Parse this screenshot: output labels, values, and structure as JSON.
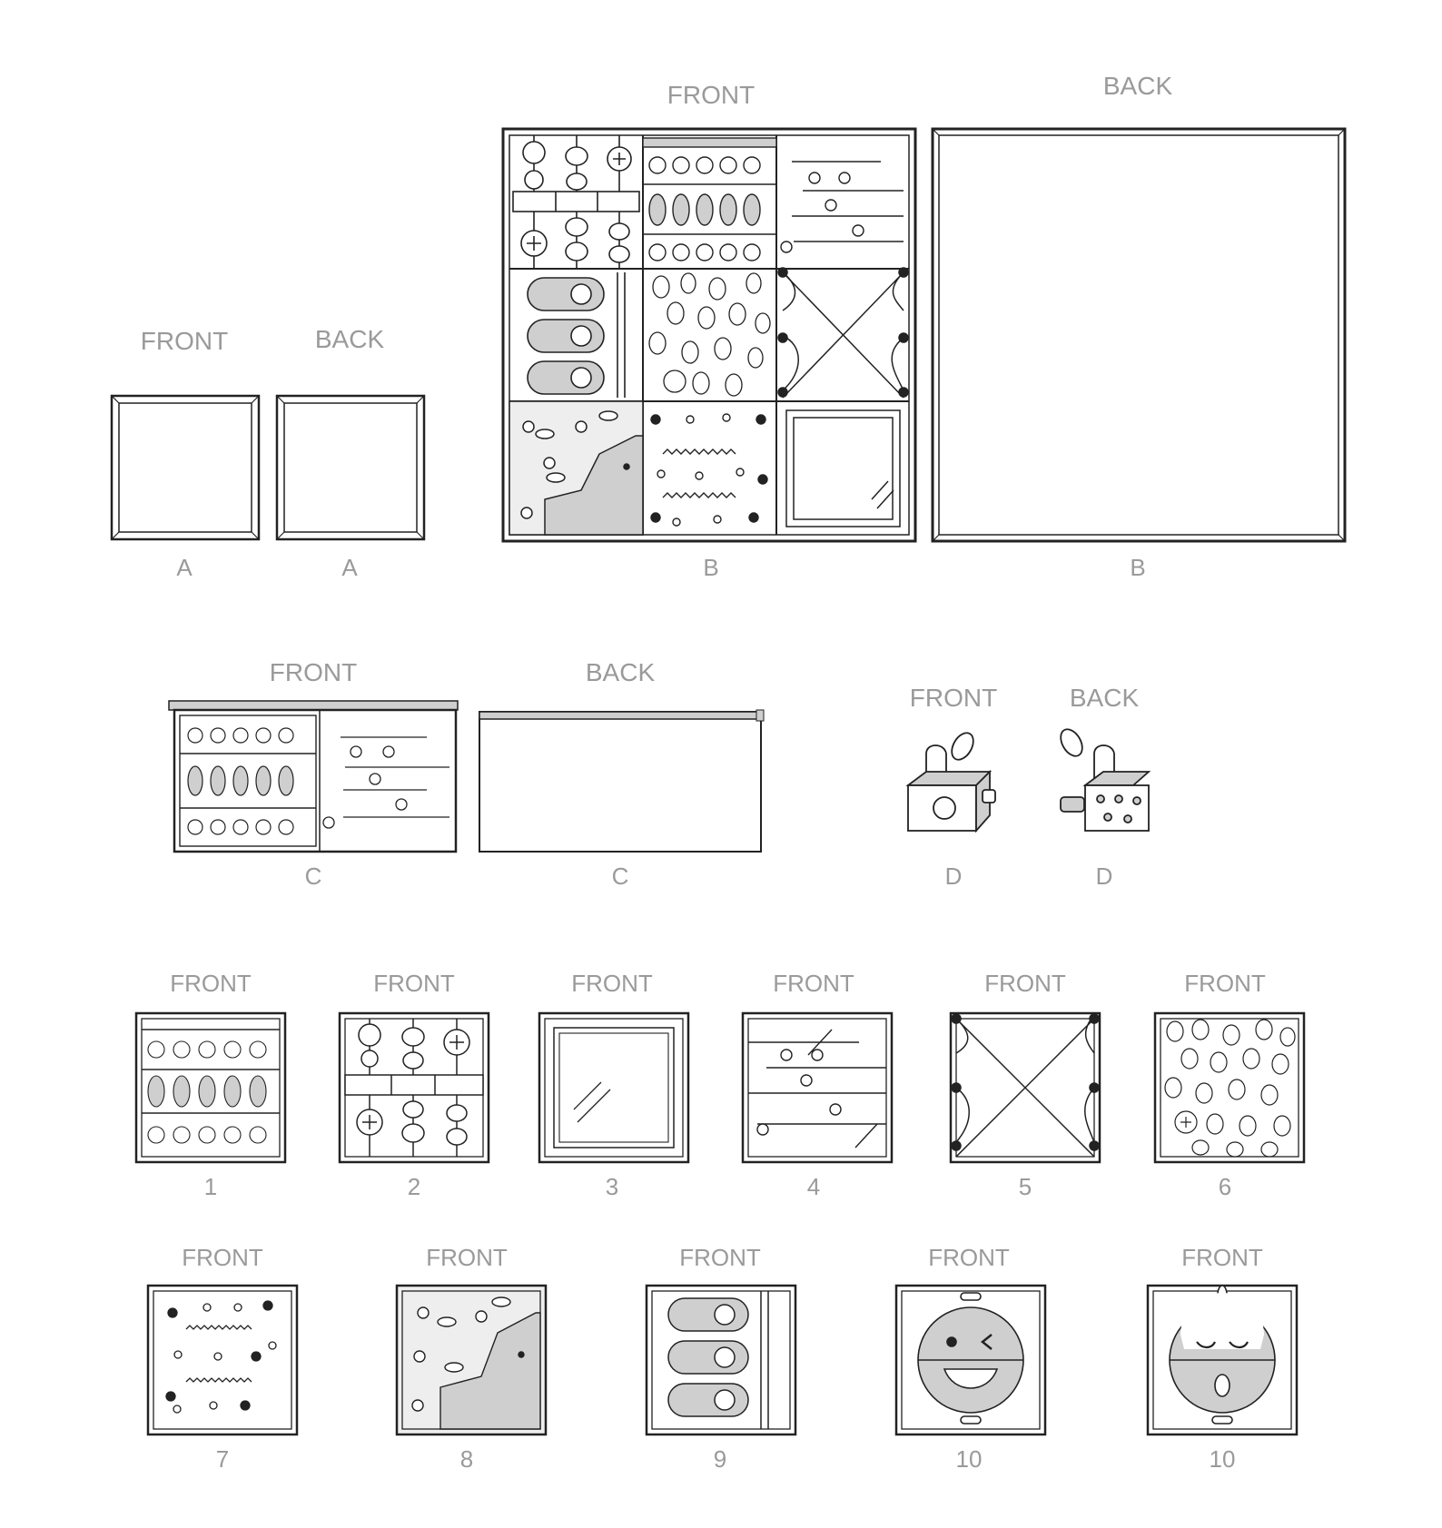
{
  "colors": {
    "ink": "#222222",
    "label": "#9a9a9a",
    "fill": "#cfcfcf",
    "paper": "#ffffff"
  },
  "views": [
    {
      "id": "A-front",
      "caption": "FRONT",
      "letter": "A",
      "art": "plain"
    },
    {
      "id": "A-back",
      "caption": "BACK",
      "letter": "A",
      "art": "plain"
    },
    {
      "id": "B-front",
      "caption": "FRONT",
      "letter": "B",
      "art": "b-front-grid"
    },
    {
      "id": "B-back",
      "caption": "BACK",
      "letter": "B",
      "art": "plain-large"
    },
    {
      "id": "C-front",
      "caption": "FRONT",
      "letter": "C",
      "art": "c-front-pouch"
    },
    {
      "id": "C-back",
      "caption": "BACK",
      "letter": "C",
      "art": "c-back-pouch"
    },
    {
      "id": "D-front",
      "caption": "FRONT",
      "letter": "D",
      "art": "d-cube-flower"
    },
    {
      "id": "D-back",
      "caption": "BACK",
      "letter": "D",
      "art": "d-cube-dots"
    }
  ],
  "blocks": [
    {
      "id": "block-1",
      "caption": "FRONT",
      "number": "1",
      "art": "bands-tassels"
    },
    {
      "id": "block-2",
      "caption": "FRONT",
      "number": "2",
      "art": "abacus-buttons"
    },
    {
      "id": "block-3",
      "caption": "FRONT",
      "number": "3",
      "art": "mirror-window"
    },
    {
      "id": "block-4",
      "caption": "FRONT",
      "number": "4",
      "art": "drawers-snaps"
    },
    {
      "id": "block-5",
      "caption": "FRONT",
      "number": "5",
      "art": "crossed-cords"
    },
    {
      "id": "block-6",
      "caption": "FRONT",
      "number": "6",
      "art": "sequin-pouch"
    },
    {
      "id": "block-7",
      "caption": "FRONT",
      "number": "7",
      "art": "beads-zigzag"
    },
    {
      "id": "block-8",
      "caption": "FRONT",
      "number": "8",
      "art": "fish-net"
    },
    {
      "id": "block-9",
      "caption": "FRONT",
      "number": "9",
      "art": "button-tabs-zipper"
    },
    {
      "id": "block-10a",
      "caption": "FRONT",
      "number": "10",
      "art": "face-wink"
    },
    {
      "id": "block-10b",
      "caption": "FRONT",
      "number": "10",
      "art": "face-sleepy"
    }
  ]
}
